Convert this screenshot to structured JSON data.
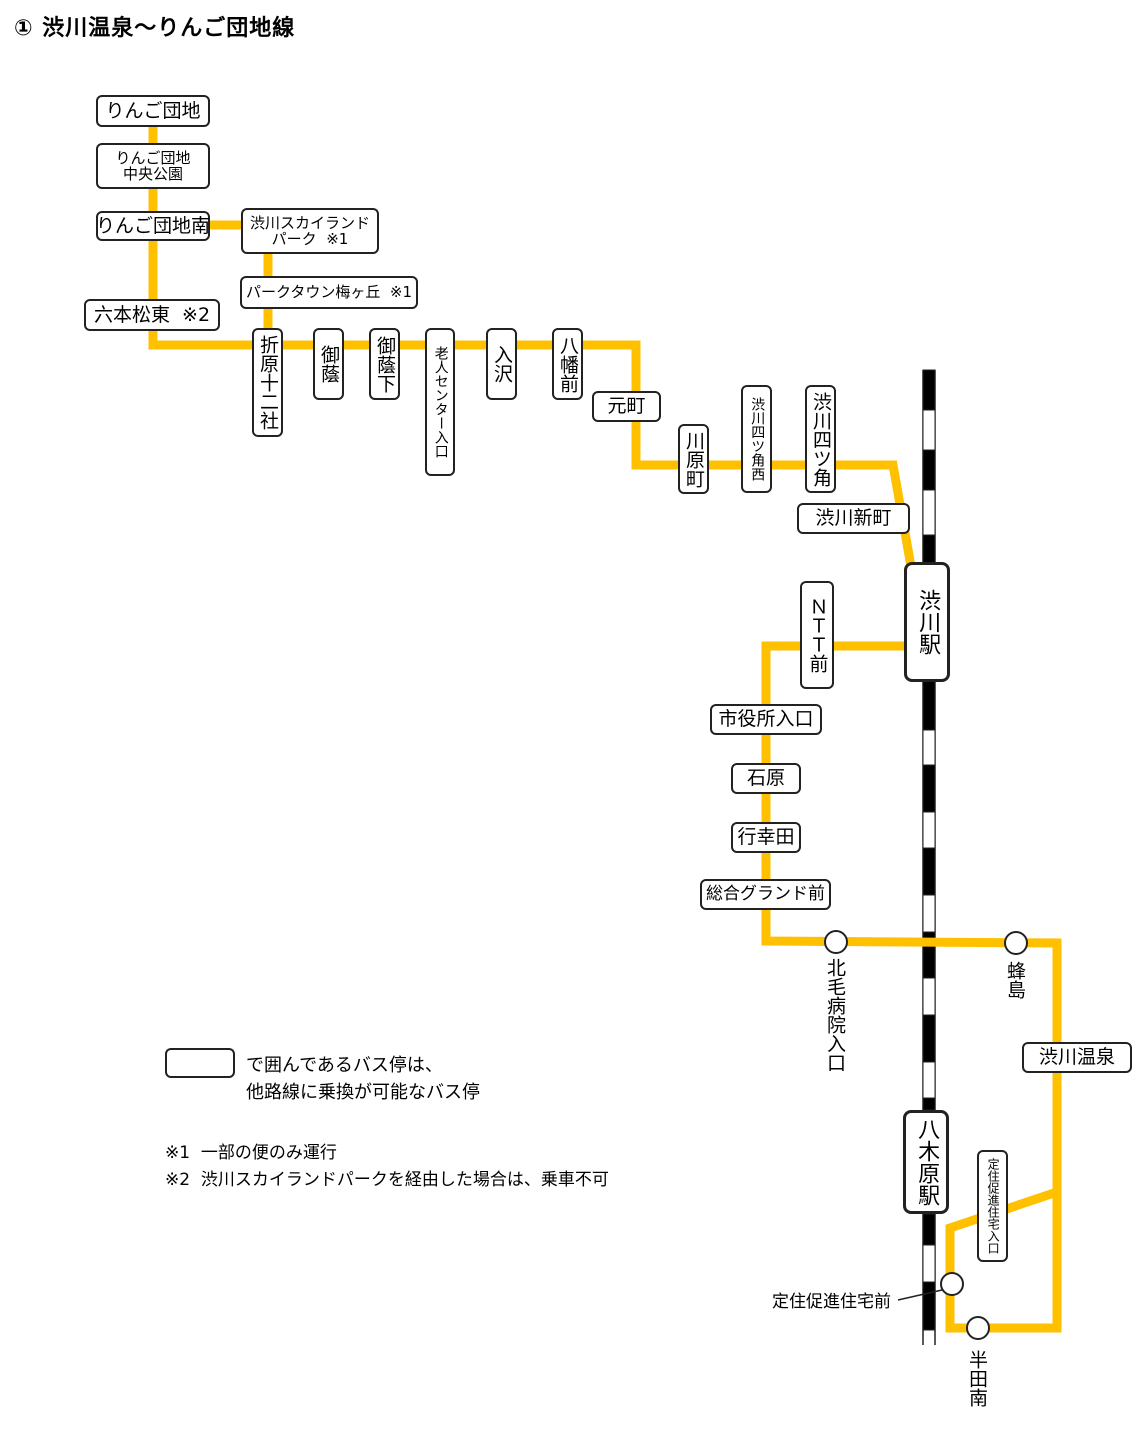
{
  "title": "①  渋川温泉～りんご団地線",
  "colors": {
    "route": "#FFC000",
    "rail_black": "#000000",
    "rail_white": "#ffffff"
  },
  "stops": {
    "ringo_danchi": "りんご団地",
    "ringo_central_park": "りんご団地\n中央公園",
    "ringo_danchi_minami": "りんご団地南",
    "skyland_park": "渋川スカイランド\nパーク  ※1",
    "parktown_umegaoka": "パークタウン梅ヶ丘  ※1",
    "roppon_matsu_higashi": "六本松東  ※2",
    "orihara_juunisha": "折原十二社",
    "mitake": "御蔭",
    "mitake_shita": "御蔭下",
    "roujin_center": "老人センター入口",
    "irisawa": "入沢",
    "hachimanmae": "八幡前",
    "motomachi": "元町",
    "kawaharacho": "川原町",
    "shibukawa_yotsukado_nishi": "渋川四ツ角西",
    "shibukawa_yotsukado": "渋川四ツ角",
    "shibukawa_shinmachi": "渋川新町",
    "shibukawa_station": "渋川駅",
    "ntt_mae": "ＮＴＴ前",
    "shiyakusho": "市役所入口",
    "ishihara": "石原",
    "gyoukouda": "行幸田",
    "sougou_ground": "総合グランド前",
    "hokumou_byouin": "北毛病院入口",
    "hachijima": "蜂島",
    "shibukawa_onsen": "渋川温泉",
    "yagihara_station": "八木原駅",
    "teijuu_nyuukou": "定住促進住宅入口",
    "teijuu_mae": "定住促進住宅前",
    "handa_minami": "半田南"
  },
  "legend": {
    "text": "で囲んであるバス停は、\n他路線に乗換が可能なバス停"
  },
  "notes": [
    "※1  一部の便のみ運行",
    "※2  渋川スカイランドパークを経由した場合は、乗車不可"
  ]
}
